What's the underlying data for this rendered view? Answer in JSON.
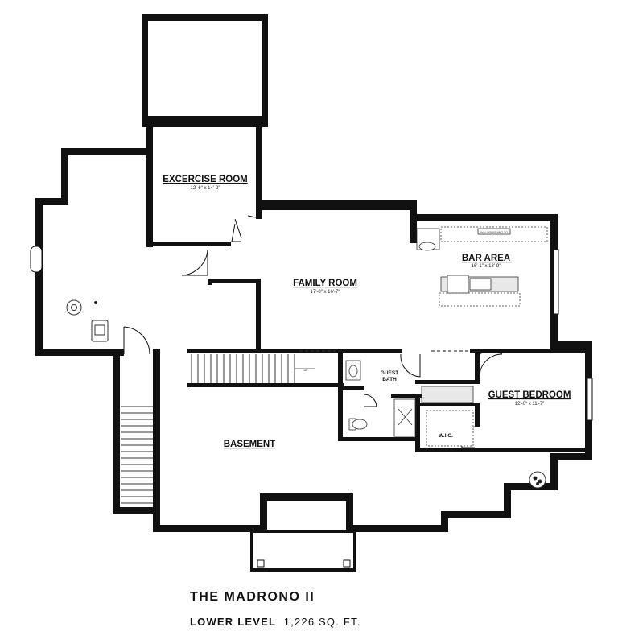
{
  "title": "THE MADRONO II",
  "level": {
    "label": "LOWER LEVEL",
    "area": "1,226 SQ. FT."
  },
  "rooms": {
    "exercise": {
      "name": "EXCERCISE ROOM",
      "dims": "12'-6\" x 14'-0\""
    },
    "family": {
      "name": "FAMILY ROOM",
      "dims": "17'-8\" x 16'-7\""
    },
    "bar": {
      "name": "BAR AREA",
      "dims": "16'-1\" x 13'-9\""
    },
    "guest_bedroom": {
      "name": "GUEST BEDROOM",
      "dims": "12'-0\" x 11'-7\""
    },
    "basement": {
      "name": "BASEMENT"
    },
    "guest_bath": {
      "name_line1": "GUEST",
      "name_line2": "BATH"
    },
    "wic": {
      "name": "W.I.C."
    }
  },
  "notes": {
    "wall_note": "WALL FINISHING TO",
    "stair_mark": "UP"
  }
}
